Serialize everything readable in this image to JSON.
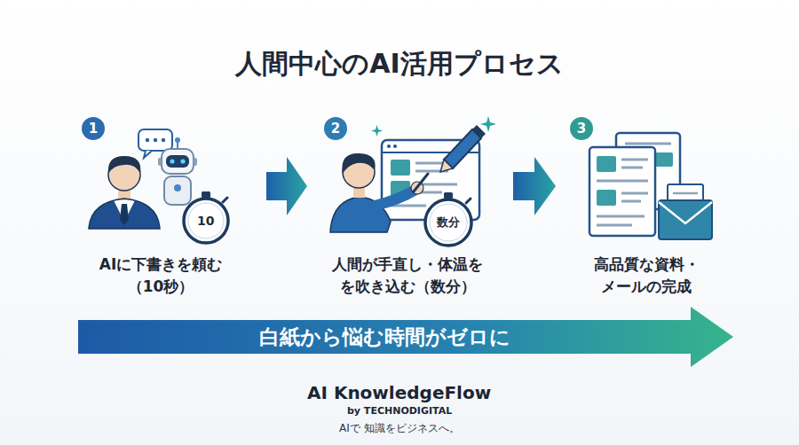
{
  "diagram": {
    "title": "人間中心のAI活用プロセス",
    "nodes": [
      {
        "text": [
          "AIに下書きを頼む （10秒）"
        ]
      },
      {
        "text": [
          "1"
        ],
        "in": 0
      },
      {
        "text": [
          "人間が手直し・体温を を吹き込む（数分）"
        ]
      },
      {
        "text": [
          "2"
        ],
        "in": 2
      },
      {
        "text": [
          "高品質な資料・ メールの完成"
        ]
      },
      {
        "text": [
          "3"
        ],
        "in": 4
      },
      {
        "text": [
          "白紙から悩む時間がゼロに"
        ]
      }
    ],
    "edges": [
      {
        "from": 0,
        "to": 2,
        "arrow": "to"
      },
      {
        "from": 2,
        "to": 4,
        "arrow": "to"
      }
    ],
    "labels": [
      "10",
      "数分",
      "AI KnowledgeFlow",
      "by TECHNODIGITAL",
      "AIで 知識をビジネスへ。"
    ]
  }
}
